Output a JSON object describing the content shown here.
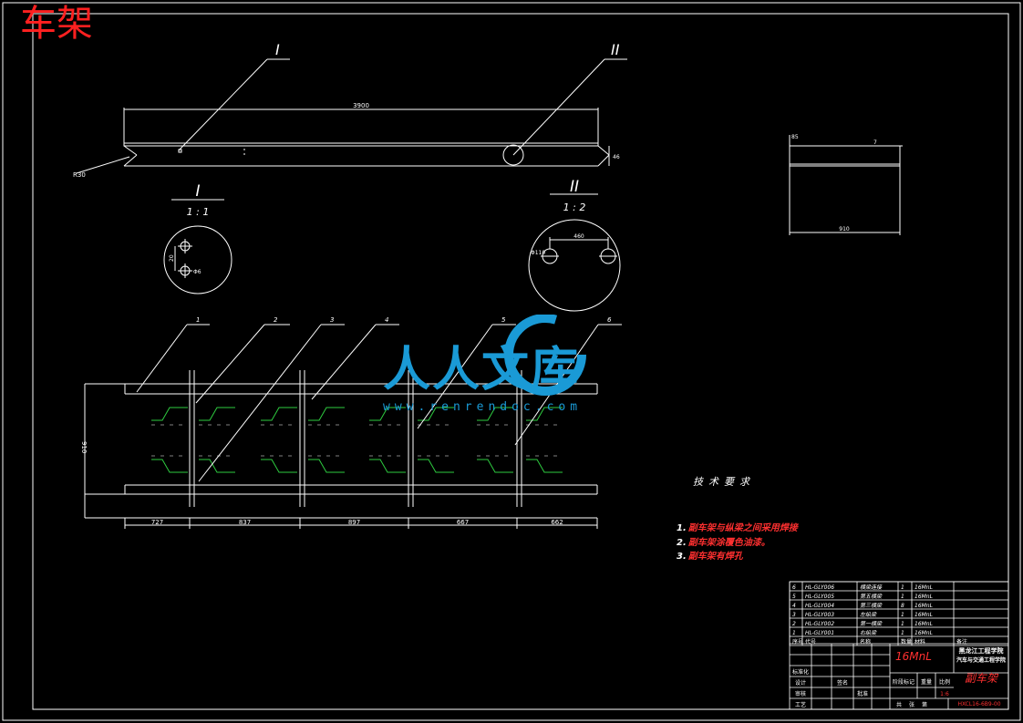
{
  "drawing": {
    "sheet_title": "车架",
    "detail_1_label": "I",
    "detail_2_label": "II",
    "detail_1_scale": "1 : 1",
    "detail_2_scale": "1 : 2",
    "dim_overall_length": "3900",
    "dim_r30": "R30",
    "dim_h46": "46",
    "dim_width_plan": "910",
    "dim_side_width": "910",
    "dim_side_top": "85",
    "dim_side_seven": "7",
    "dim_detail1_spacing": "20",
    "dim_detail1_hole": "Φ6",
    "dim_detail2_spacing": "460",
    "dim_detail2_hole": "Φ110",
    "spacing_dims": [
      "727",
      "837",
      "897",
      "667",
      "662"
    ],
    "part_callouts": [
      "1",
      "2",
      "3",
      "4",
      "5",
      "6"
    ]
  },
  "watermark": {
    "text": "人人文库",
    "url": "www.renrendoc.com"
  },
  "tech_requirements": {
    "title": "技术要求",
    "items": [
      {
        "index": "1.",
        "text": "副车架与纵梁之间采用焊接"
      },
      {
        "index": "2.",
        "text": "副车架涂覆色油漆。"
      },
      {
        "index": "3.",
        "text": "副车架有焊孔"
      }
    ]
  },
  "title_block": {
    "material": "16MnL",
    "school": "黑龙江工程学院",
    "dept": "汽车与交通工程学院",
    "drawing_name": "副车架",
    "drawing_code": "HXCL16-6B9-00",
    "parts": [
      {
        "no": "6",
        "code": "HL-GLY006",
        "name": "横梁连接",
        "qty": "1",
        "material": "16MnL"
      },
      {
        "no": "5",
        "code": "HL-GLY005",
        "name": "第五横梁",
        "qty": "1",
        "material": "16MnL"
      },
      {
        "no": "4",
        "code": "HL-GLY004",
        "name": "第三横梁",
        "qty": "8",
        "material": "16MnL"
      },
      {
        "no": "3",
        "code": "HL-GLY003",
        "name": "左纵梁",
        "qty": "1",
        "material": "16MnL"
      },
      {
        "no": "2",
        "code": "HL-GLY002",
        "name": "第一横梁",
        "qty": "1",
        "material": "16MnL"
      },
      {
        "no": "1",
        "code": "HL-GLY001",
        "name": "右纵梁",
        "qty": "1",
        "material": "16MnL"
      }
    ],
    "header_row": [
      "序号",
      "代号",
      "名称",
      "数量",
      "材料",
      "备注"
    ],
    "label_design": "标准化",
    "label_review": "审核",
    "label_process": "工艺",
    "label_approve": "批准",
    "label_stage": "阶段标记",
    "label_weight": "重量",
    "label_scale": "比例",
    "scale_value": "1:6",
    "label_total": "共",
    "label_sheet": "张",
    "label_sheet_no": "第",
    "sign_1": "设计",
    "sign_2": "签名"
  }
}
